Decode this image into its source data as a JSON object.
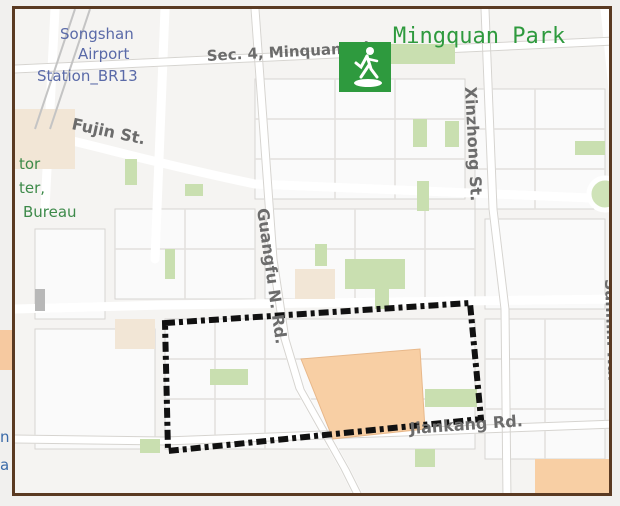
{
  "map": {
    "labels": {
      "station_line1": "Songshan",
      "station_line2": "Airport",
      "station_line3": "Station_BR13",
      "road_minquan": "Sec. 4, Minquan Rd.",
      "park": "Mingquan Park",
      "road_fujin": "Fujin St.",
      "road_xinzhong": "Xinzhong St.",
      "road_guangfu": "Guangfu N. Rd.",
      "road_jiankang": "Jiankang Rd.",
      "road_sanmin": "Sanmin Rd.",
      "partial_tor": "tor",
      "partial_ter": "ter,",
      "partial_bureau": "Bureau",
      "partial_n": "n",
      "partial_a": "a"
    },
    "icons": {
      "park": "hiking-person-icon"
    },
    "colors": {
      "frame": "#5a3a22",
      "park_green": "#2e9a3e",
      "highlight_block": "#f8cfa4",
      "green_patch": "#c9dfb0",
      "boundary": "#111111"
    }
  }
}
